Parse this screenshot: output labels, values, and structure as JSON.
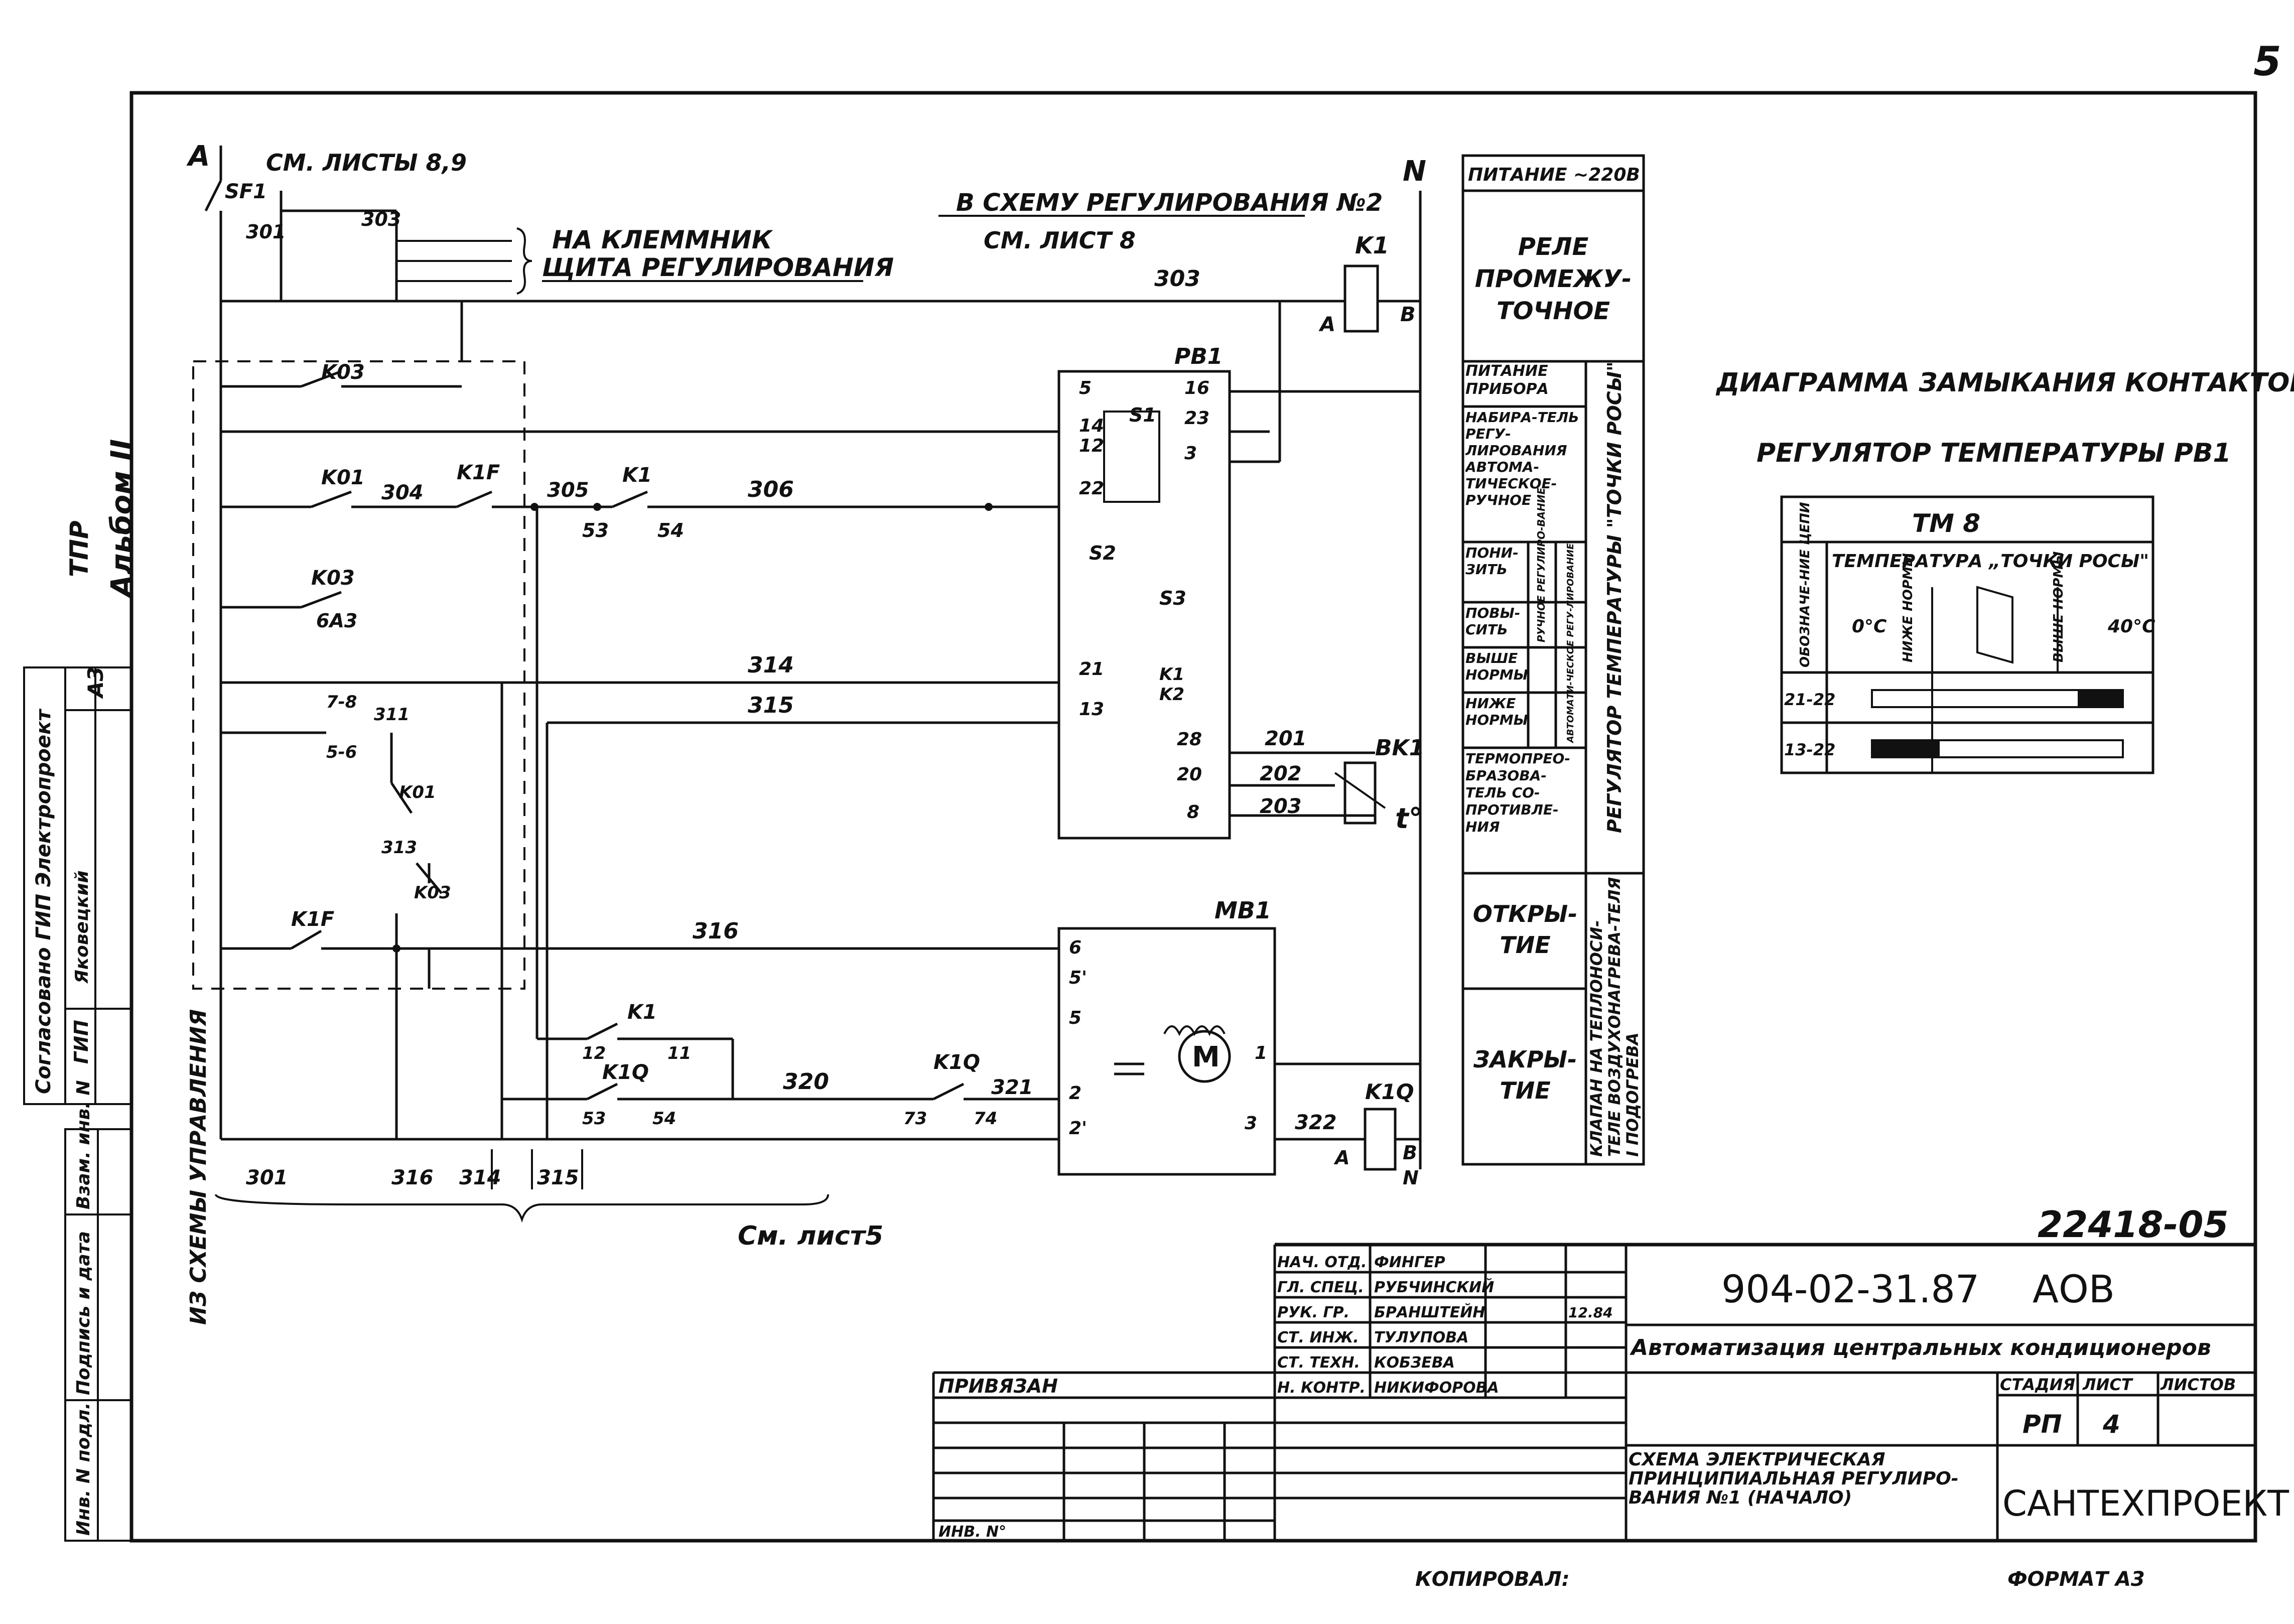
{
  "page_number": "5",
  "schematic": {
    "phase_a": "A",
    "neutral": "N",
    "breaker": "SF1",
    "see_sheets_89": "СМ. ЛИСТЫ 8,9",
    "to_terminal_1": "НА КЛЕММНИК",
    "to_terminal_2": "ЩИТА РЕГУЛИРОВАНИЯ",
    "to_reg_scheme": "В СХЕМУ РЕГУЛИРОВАНИЯ №2",
    "see_sheet_8": "СМ. ЛИСТ 8",
    "from_control": "ИЗ СХЕМЫ УПРАВЛЕНИЯ",
    "see_sheet_5": "См. лист5",
    "wires": [
      "301",
      "303",
      "304",
      "305",
      "306",
      "314",
      "315",
      "316",
      "320",
      "321",
      "322",
      "311",
      "313"
    ],
    "components": [
      "K1",
      "K03",
      "K01",
      "K1F",
      "PB1",
      "S1",
      "S2",
      "S3",
      "K1",
      "K2",
      "BK1",
      "t°",
      "MB1",
      "K1Q",
      "6A3"
    ],
    "contacts": [
      "5",
      "16",
      "14",
      "23",
      "12",
      "3",
      "22",
      "21",
      "13",
      "28",
      "20",
      "8",
      "201",
      "202",
      "203",
      "53",
      "54",
      "11",
      "73",
      "74",
      "6",
      "5'",
      "1",
      "2",
      "2'",
      "3",
      "12",
      "A",
      "B",
      "7-8",
      "5-6"
    ]
  },
  "legend_table": {
    "rows": [
      {
        "label": "ПИТАНИЕ ~220В"
      },
      {
        "label": "РЕЛЕ ПРОМЕЖУ-ТОЧНОЕ"
      },
      {
        "label": "ПИТАНИЕ ПРИБОРА"
      },
      {
        "label": "НАБИРА-ТЕЛЬ РЕГУ-ЛИРОВАНИЯ АВТОМА-ТИЧЕСКОЕ-РУЧНОЕ"
      },
      {
        "label": "ПОНИ-ЗИТЬ"
      },
      {
        "label": "ПОВЫ-СИТЬ"
      },
      {
        "label": "ВЫШЕ НОРМЫ"
      },
      {
        "label": "НИЖЕ НОРМЫ"
      },
      {
        "label": "ТЕРМОПРЕО-БРАЗОВА-ТЕЛЬ СО-ПРОТИВЛЕ-НИЯ"
      },
      {
        "label": "ОТКРЫ-ТИЕ"
      },
      {
        "label": "ЗАКРЫ-ТИЕ"
      }
    ],
    "sub_manual": "РУЧНОЕ РЕГУЛИРО-ВАНИЕ",
    "sub_auto": "АВТОМАТИ-ЧЕСКОЕ РЕГУ-ЛИРОВАНИЕ",
    "group_regulator": "РЕГУЛЯТОР ТЕМПЕРАТУРЫ \"ТОЧКИ РОСЫ\"",
    "group_valve": "КЛАПАН НА ТЕПЛОНОСИ-ТЕЛЕ ВОЗДУХОНАГРЕВА-ТЕЛЯ I ПОДОГРЕВА"
  },
  "contact_diagram": {
    "title": "ДИАГРАММА ЗАМЫКАНИЯ КОНТАКТОВ",
    "subtitle": "РЕГУЛЯТОР ТЕМПЕРАТУРЫ РВ1",
    "header": "ТМ 8",
    "col_circuit": "ОБОЗНАЧЕ-НИЕ ЦЕПИ",
    "col_temp": "ТЕМПЕРАТУРА „ТОЧКИ РОСЫ\"",
    "t0": "0°С",
    "below": "НИЖЕ НОРМЫ",
    "above": "ВЫШЕ НОРМЫ",
    "t40": "40°С",
    "rows": [
      {
        "circuit": "21-22",
        "closed_from": 0.82,
        "closed_to": 1.0
      },
      {
        "circuit": "13-22",
        "closed_from": 0.0,
        "closed_to": 0.27
      }
    ]
  },
  "side_stamp": {
    "tpr": "ТПР",
    "album": "Альбом II",
    "a3": "А3",
    "agreed": "Согласовано ГИП Электропроект",
    "gip": "ГИП",
    "name": "Яковецкий",
    "inv": "Инв. N подл.",
    "sign_date": "Подпись и дата",
    "replace": "Взам. инв. N"
  },
  "title_block": {
    "doc_top_right": "22418-05",
    "code": "904-02-31.87",
    "suffix": "АОВ",
    "title": "Автоматизация центральных кондиционеров",
    "sheet_title": "СХЕМА ЭЛЕКТРИЧЕСКАЯ ПРИНЦИПИАЛЬНАЯ РЕГУЛИРО-ВАНИЯ №1 (НАЧАЛО)",
    "org": "САНТЕХПРОЕКТ",
    "stage_h": "СТАДИЯ",
    "sheet_h": "ЛИСТ",
    "sheets_h": "ЛИСТОВ",
    "stage": "РП",
    "sheet": "4",
    "attached": "ПРИВЯЗАН",
    "inv": "ИНВ. N°",
    "signers": [
      {
        "role": "НАЧ. ОТД.",
        "name": "ФИНГЕР"
      },
      {
        "role": "ГЛ. СПЕЦ.",
        "name": "РУБЧИНСКИЙ"
      },
      {
        "role": "РУК. ГР.",
        "name": "БРАНШТЕЙН",
        "date": "12.84"
      },
      {
        "role": "СТ. ИНЖ.",
        "name": "ТУЛУПОВА"
      },
      {
        "role": "СТ. ТЕХН.",
        "name": "КОБЗЕВА"
      },
      {
        "role": "Н. КОНТР.",
        "name": "НИКИФОРОВА"
      }
    ]
  },
  "footer": {
    "copied": "КОПИРОВАЛ:",
    "format": "ФОРМАТ А3"
  }
}
